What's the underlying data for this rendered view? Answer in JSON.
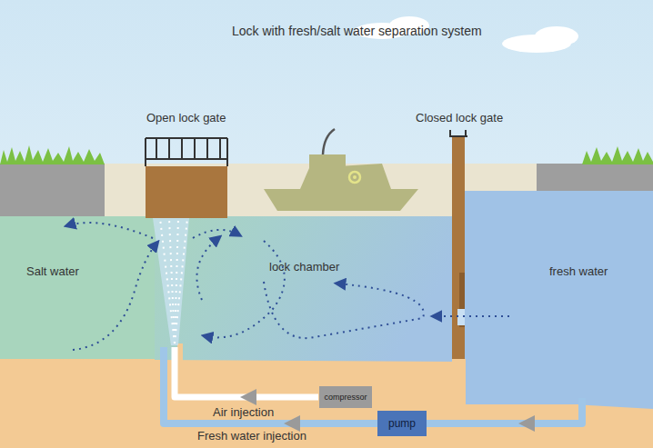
{
  "diagram": {
    "title": "Lock with fresh/salt water separation system",
    "nodes": [
      {
        "text": [
          "compressor"
        ]
      },
      {
        "text": [
          "pump"
        ]
      }
    ],
    "labels": [
      "Open lock gate",
      "Closed lock gate",
      "lock chamber",
      "Salt water",
      "fresh water",
      "Air injection",
      "Fresh water injection"
    ]
  }
}
